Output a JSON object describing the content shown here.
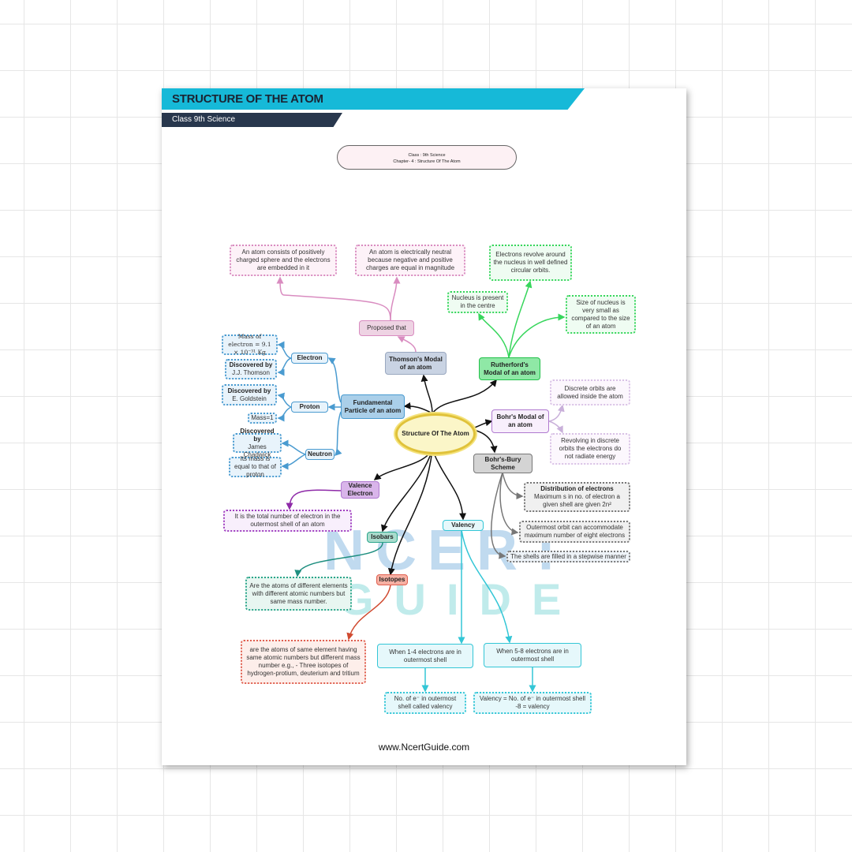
{
  "header": {
    "title": "STRUCTURE OF THE ATOM",
    "subtitle": "Class 9th Science"
  },
  "info_pill": {
    "line1": "Class : 9th Science",
    "line2": "Chapter- 4 : Structure Of The Atom"
  },
  "watermark": {
    "line1": "NCERT",
    "line2": "GUIDE"
  },
  "central": {
    "label": "Structure Of The Atom"
  },
  "thomson": {
    "label": "Thomson's Modal of an atom",
    "proposed": "Proposed that",
    "point1": "An atom consists of positively charged sphere and the electrons are embedded in it",
    "point2": "An atom is electrically neutral because negative and positive charges are equal in magnitude"
  },
  "rutherford": {
    "label": "Rutherford's Modal of an atom",
    "point1": "Nucleus is present in the centre",
    "point2": "Electrons revolve around the nucleus in well defined circular orbits.",
    "point3": "Size of nucleus is very small as compared to the size of an atom"
  },
  "fundamental": {
    "label": "Fundamental Particle of an atom",
    "electron": {
      "label": "Electron",
      "mass": "Mass of electron = 9.1 × 10⁻³¹ Kg",
      "disc_title": "Discovered by",
      "disc_name": "J.J. Thomson"
    },
    "proton": {
      "label": "Proton",
      "disc_title": "Discovered by",
      "disc_name": "E. Goldstein",
      "mass": "Mass=1"
    },
    "neutron": {
      "label": "Neutron",
      "disc_title": "Discovered by",
      "disc_name": "James Chadwick",
      "mass": "Its mass is equal to that of proton"
    }
  },
  "bohr": {
    "label": "Bohr's Modal of an atom",
    "point1": "Discrete orbits are allowed inside the atom",
    "point2": "Revolving in discrete orbits the electrons do not radiate energy"
  },
  "bohr_bury": {
    "label": "Bohr's-Bury Scheme",
    "dist_title": "Distribution of electrons",
    "dist_text": "Maximum s in no. of electron a given shell are given 2n²",
    "point2": "Outermost orbit can accommodate maximum number of eight electrons",
    "point3": "The shells are filled in a stepwise manner"
  },
  "valence": {
    "label": "Valence Electron",
    "text": "It is the total number of electron in the outermost shell of an atom"
  },
  "isobars": {
    "label": "Isobars",
    "text": "Are the atoms of different elements with different atomic numbers but same mass number."
  },
  "isotopes": {
    "label": "Isotopes",
    "text": "are the atoms of same element having same atomic numbers but different mass number e.g., - Three isotopes of hydrogen-protium, deuterium and tritium"
  },
  "valency": {
    "label": "Valency",
    "case1": "When 1-4 electrons are in outermost shell",
    "case1_result": "No. of e⁻ in outermost shell called valency",
    "case2": "When 5-8 electrons are in outermost shell",
    "case2_result": "Valency = No. of e⁻ in outermost shell -8 = valency"
  },
  "footer": {
    "url": "www.NcertGuide.com"
  }
}
